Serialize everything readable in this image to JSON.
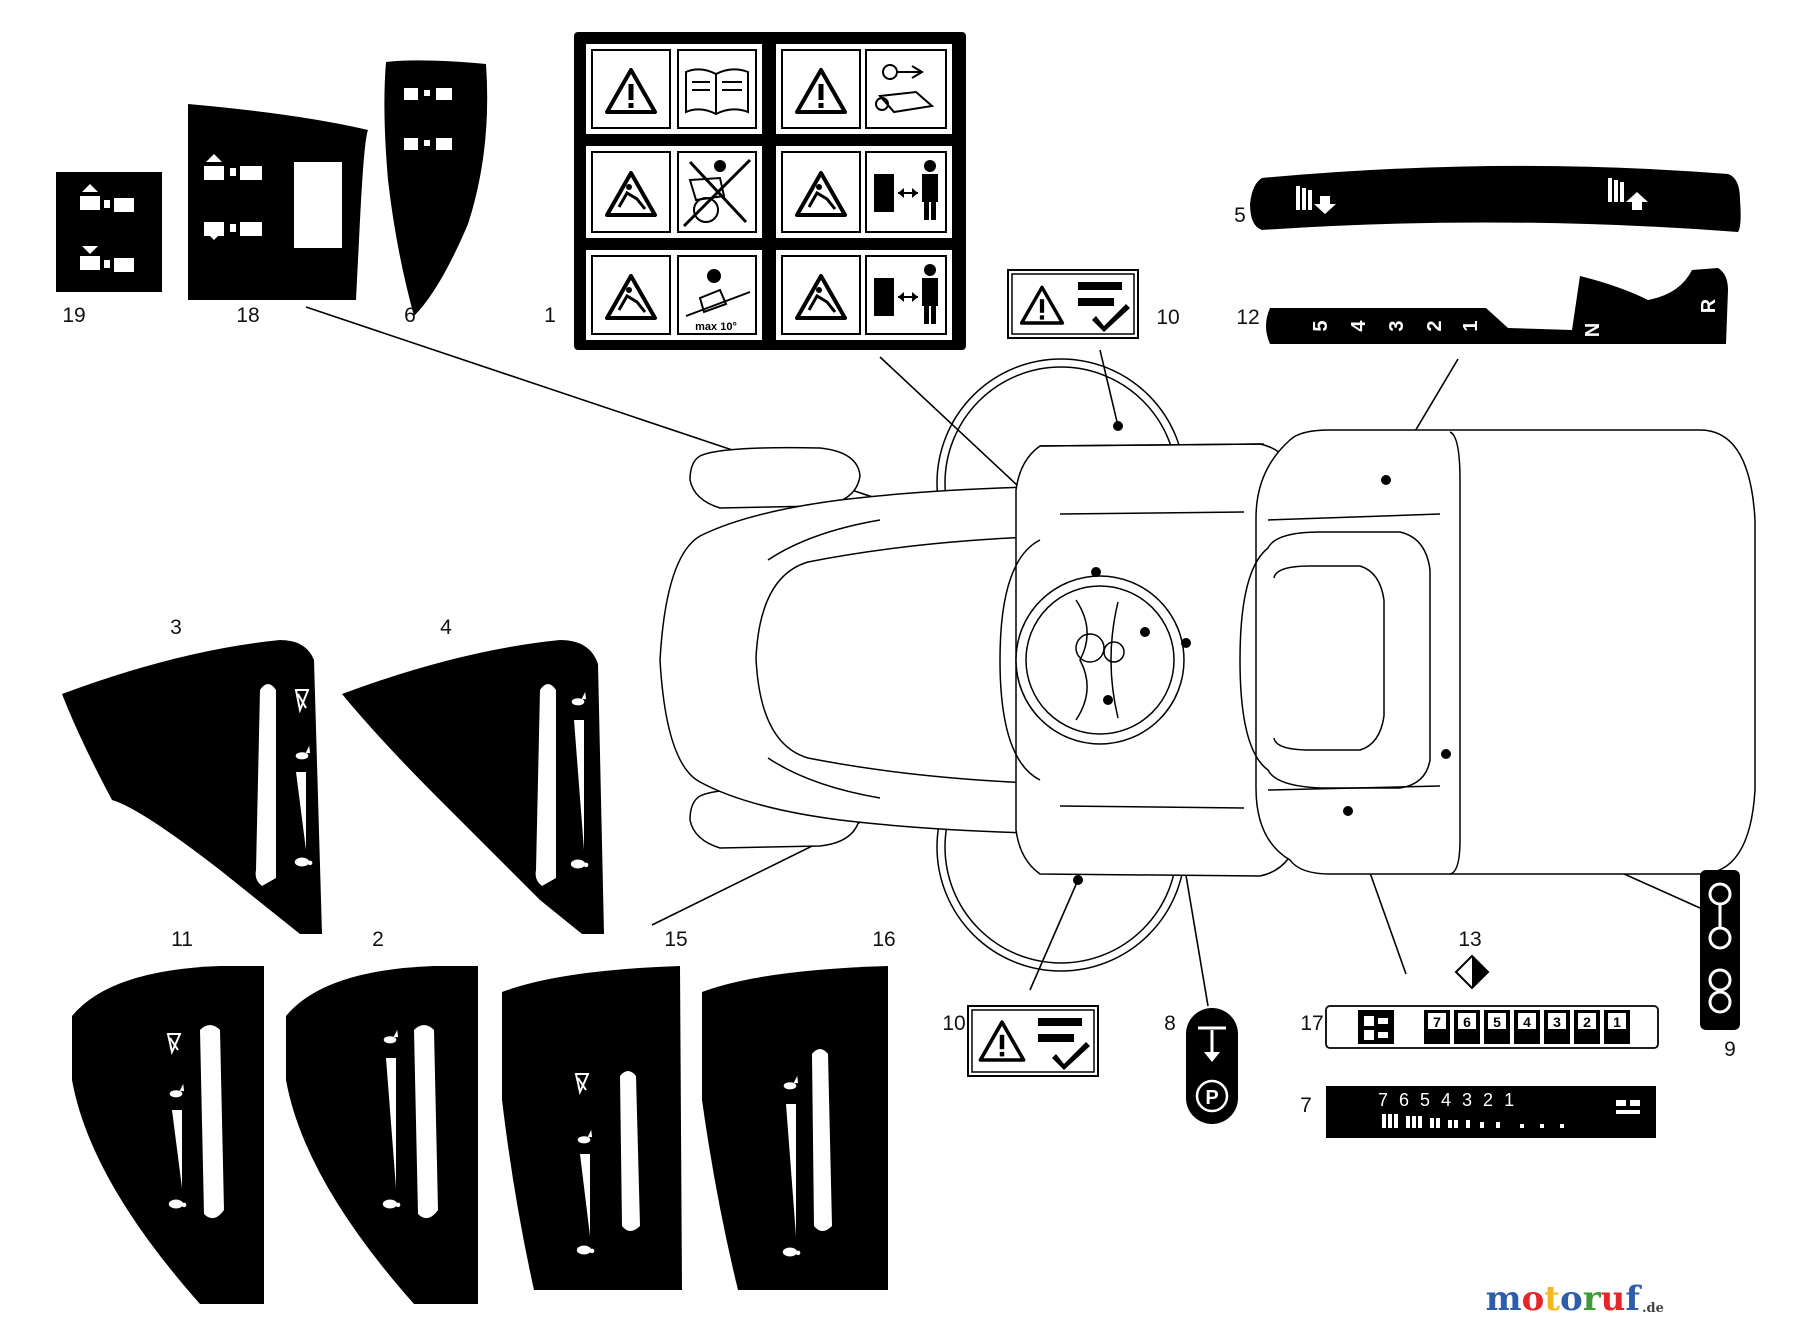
{
  "diagram": {
    "part_numbers": {
      "p1": "1",
      "p2": "2",
      "p3": "3",
      "p4": "4",
      "p5": "5",
      "p6": "6",
      "p7": "7",
      "p8": "8",
      "p9": "9",
      "p10a": "10",
      "p10b": "10",
      "p11": "11",
      "p12": "12",
      "p13": "13",
      "p15": "15",
      "p16": "16",
      "p17": "17",
      "p18": "18",
      "p19": "19"
    },
    "decal_text": {
      "slope_limit": "max 10°",
      "gear_5": "5",
      "gear_4": "4",
      "gear_3": "3",
      "gear_2": "2",
      "gear_1": "1",
      "gear_n": "N",
      "gear_r": "R",
      "speed_numbers": "7 6 5 4 3 2 1",
      "speed_boxes": [
        "7",
        "6",
        "5",
        "4",
        "3",
        "2",
        "1"
      ],
      "parking": "P"
    }
  },
  "watermark": {
    "letters": [
      {
        "ch": "m",
        "color": "#2f5ea8"
      },
      {
        "ch": "o",
        "color": "#e2262a"
      },
      {
        "ch": "t",
        "color": "#f2b81e"
      },
      {
        "ch": "o",
        "color": "#2f5ea8"
      },
      {
        "ch": "r",
        "color": "#3d9b3a"
      },
      {
        "ch": "u",
        "color": "#e2262a"
      },
      {
        "ch": "f",
        "color": "#2f5ea8"
      }
    ],
    "suffix": ".de"
  }
}
